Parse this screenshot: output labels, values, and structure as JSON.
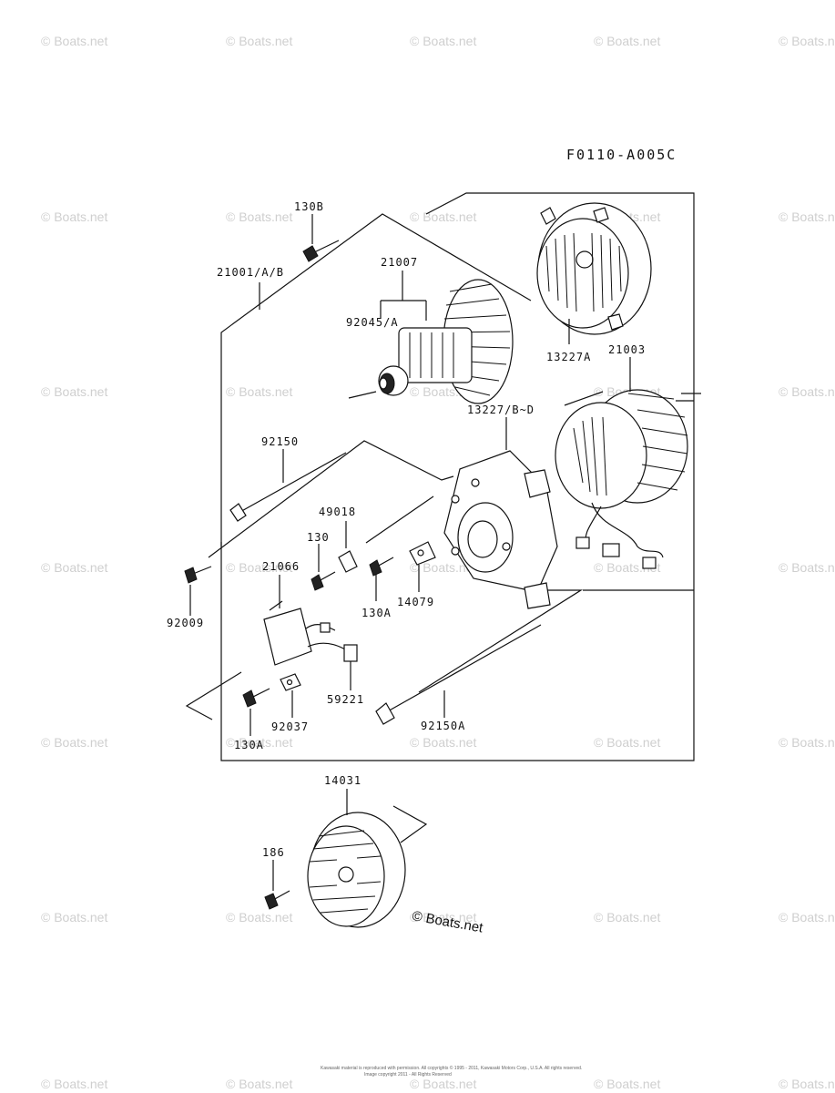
{
  "diagram": {
    "code": "F0110-A005C",
    "watermark": "© Boats.net",
    "copyright_mark": "© Boats.net",
    "footer_lines": [
      "Kawasaki material is reproduced with permission. All copyrights © 1995 - 2011, Kawasaki Motors Corp., U.S.A. All rights reserved.",
      "Image copyright 2011 - All Rights Reserved"
    ],
    "labels": [
      {
        "id": "130B",
        "text": "130B"
      },
      {
        "id": "21001",
        "text": "21001/A/B"
      },
      {
        "id": "21007",
        "text": "21007"
      },
      {
        "id": "92045",
        "text": "92045/A"
      },
      {
        "id": "13227A",
        "text": "13227A"
      },
      {
        "id": "21003",
        "text": "21003"
      },
      {
        "id": "13227B",
        "text": "13227/B~D"
      },
      {
        "id": "92150",
        "text": "92150"
      },
      {
        "id": "49018",
        "text": "49018"
      },
      {
        "id": "130",
        "text": "130"
      },
      {
        "id": "21066",
        "text": "21066"
      },
      {
        "id": "130A_1",
        "text": "130A"
      },
      {
        "id": "14079",
        "text": "14079"
      },
      {
        "id": "92009",
        "text": "92009"
      },
      {
        "id": "59221",
        "text": "59221"
      },
      {
        "id": "92037",
        "text": "92037"
      },
      {
        "id": "92150A",
        "text": "92150A"
      },
      {
        "id": "130A_2",
        "text": "130A"
      },
      {
        "id": "14031",
        "text": "14031"
      },
      {
        "id": "186",
        "text": "186"
      }
    ]
  }
}
